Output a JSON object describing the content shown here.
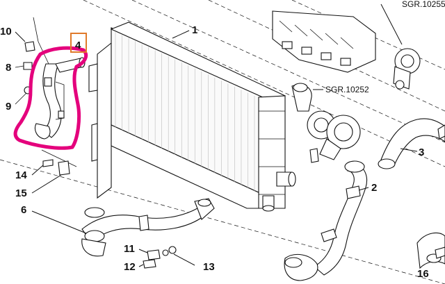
{
  "labels": {
    "l1": "1",
    "l2": "2",
    "l3": "3",
    "l4": "4",
    "l6": "6",
    "l8": "8",
    "l9": "9",
    "l10": "10",
    "l11": "11",
    "l12": "12",
    "l13": "13",
    "l14": "14",
    "l15": "15",
    "l16": "16"
  },
  "refs": {
    "sgr_top": "SGR.10255",
    "sgr_mid": "SGR.10252"
  },
  "colors": {
    "highlight": "#e4007c",
    "callout_box": "#e07a2a",
    "ink": "#111111"
  }
}
